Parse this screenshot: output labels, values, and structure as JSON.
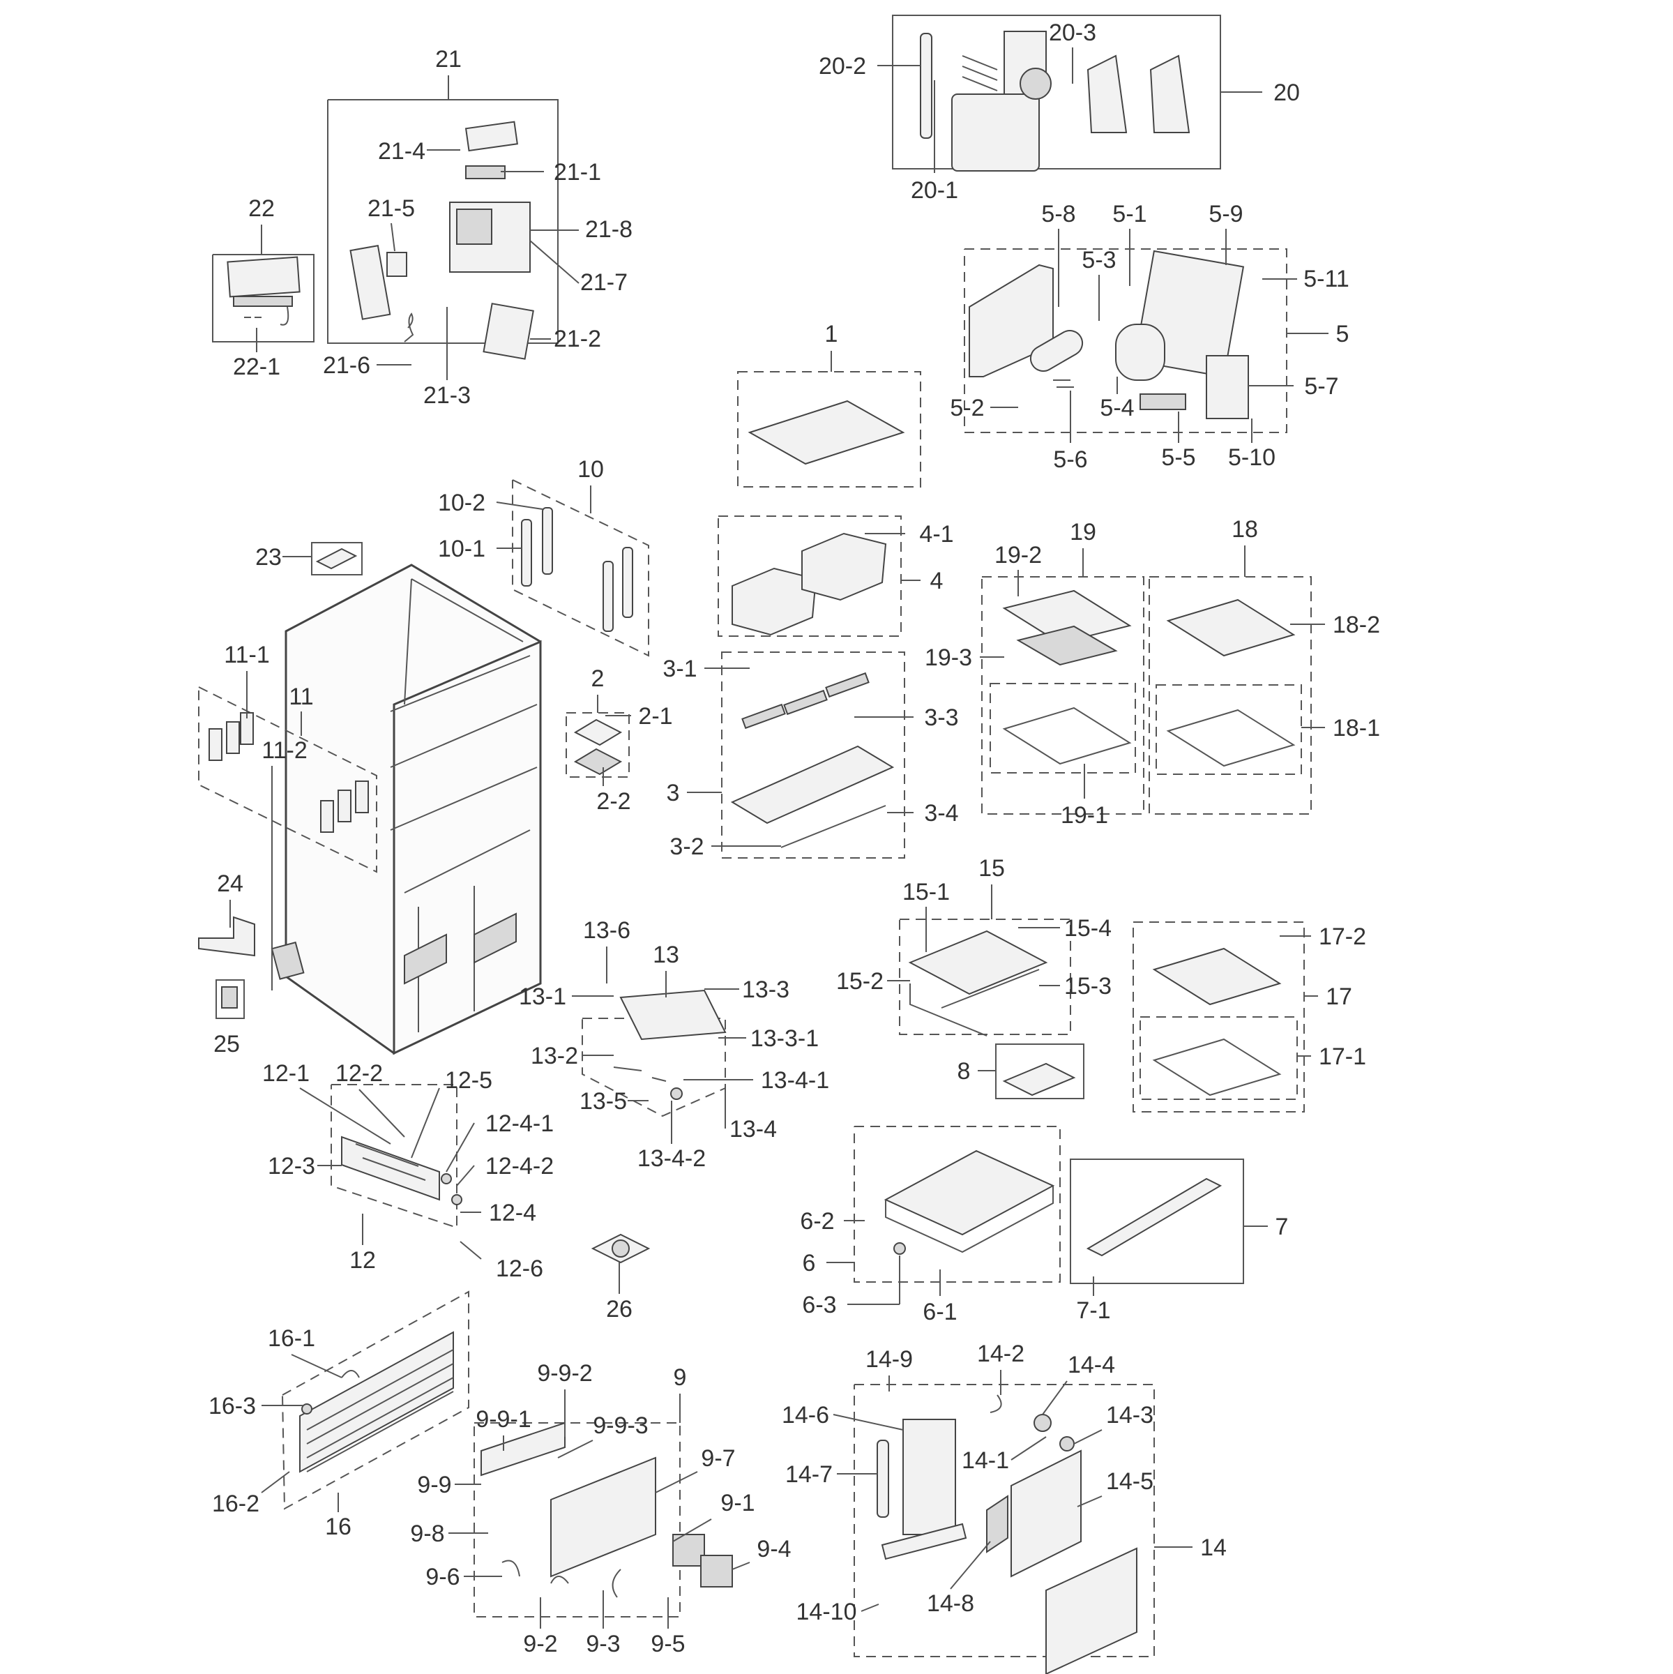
{
  "labels": {
    "l1": "1",
    "l2": "2",
    "l2_1": "2-1",
    "l2_2": "2-2",
    "l3": "3",
    "l3_1": "3-1",
    "l3_2": "3-2",
    "l3_3": "3-3",
    "l3_4": "3-4",
    "l4": "4",
    "l4_1": "4-1",
    "l5": "5",
    "l5_1": "5-1",
    "l5_2": "5-2",
    "l5_3": "5-3",
    "l5_4": "5-4",
    "l5_5": "5-5",
    "l5_6": "5-6",
    "l5_7": "5-7",
    "l5_8": "5-8",
    "l5_9": "5-9",
    "l5_10": "5-10",
    "l5_11": "5-11",
    "l6": "6",
    "l6_1": "6-1",
    "l6_2": "6-2",
    "l6_3": "6-3",
    "l7": "7",
    "l7_1": "7-1",
    "l8": "8",
    "l9": "9",
    "l9_1": "9-1",
    "l9_2": "9-2",
    "l9_3": "9-3",
    "l9_4": "9-4",
    "l9_5": "9-5",
    "l9_6": "9-6",
    "l9_7": "9-7",
    "l9_8": "9-8",
    "l9_9": "9-9",
    "l9_9_1": "9-9-1",
    "l9_9_2": "9-9-2",
    "l9_9_3": "9-9-3",
    "l10": "10",
    "l10_1": "10-1",
    "l10_2": "10-2",
    "l11": "11",
    "l11_1": "11-1",
    "l11_2": "11-2",
    "l12": "12",
    "l12_1": "12-1",
    "l12_2": "12-2",
    "l12_3": "12-3",
    "l12_4": "12-4",
    "l12_4_1": "12-4-1",
    "l12_4_2": "12-4-2",
    "l12_5": "12-5",
    "l12_6": "12-6",
    "l13": "13",
    "l13_1": "13-1",
    "l13_2": "13-2",
    "l13_3": "13-3",
    "l13_3_1": "13-3-1",
    "l13_4": "13-4",
    "l13_4_1": "13-4-1",
    "l13_4_2": "13-4-2",
    "l13_5": "13-5",
    "l13_6": "13-6",
    "l14": "14",
    "l14_1": "14-1",
    "l14_2": "14-2",
    "l14_3": "14-3",
    "l14_4": "14-4",
    "l14_5": "14-5",
    "l14_6": "14-6",
    "l14_7": "14-7",
    "l14_8": "14-8",
    "l14_9": "14-9",
    "l14_10": "14-10",
    "l15": "15",
    "l15_1": "15-1",
    "l15_2": "15-2",
    "l15_3": "15-3",
    "l15_4": "15-4",
    "l16": "16",
    "l16_1": "16-1",
    "l16_2": "16-2",
    "l16_3": "16-3",
    "l17": "17",
    "l17_1": "17-1",
    "l17_2": "17-2",
    "l18": "18",
    "l18_1": "18-1",
    "l18_2": "18-2",
    "l19": "19",
    "l19_1": "19-1",
    "l19_2": "19-2",
    "l19_3": "19-3",
    "l20": "20",
    "l20_1": "20-1",
    "l20_2": "20-2",
    "l20_3": "20-3",
    "l21": "21",
    "l21_1": "21-1",
    "l21_2": "21-2",
    "l21_3": "21-3",
    "l21_4": "21-4",
    "l21_5": "21-5",
    "l21_6": "21-6",
    "l21_7": "21-7",
    "l21_8": "21-8",
    "l22": "22",
    "l22_1": "22-1",
    "l23": "23",
    "l24": "24",
    "l25": "25",
    "l26": "26"
  }
}
